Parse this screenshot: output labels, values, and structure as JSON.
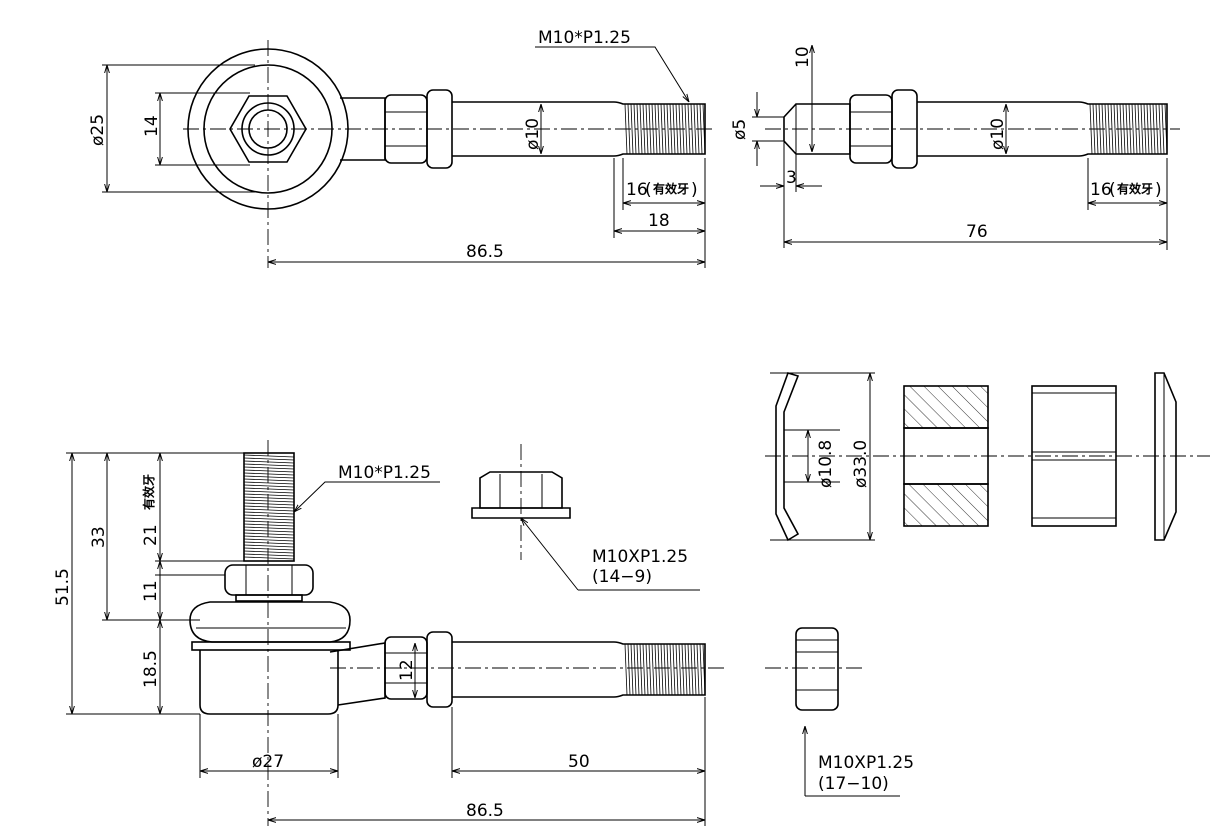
{
  "views": {
    "top_left": {
      "thread_label": "M10*P1.25",
      "dia_eye": "ø25",
      "hex_height": "14",
      "dia_shaft": "ø10",
      "thread_len": "16",
      "thread_note": "有效牙",
      "dim_18": "18",
      "dim_total": "86.5"
    },
    "top_right": {
      "dim_10": "10",
      "dia_tip": "ø5",
      "dia_shaft": "ø10",
      "dim_3": "3",
      "thread_len": "16",
      "thread_note": "有效牙",
      "dim_total": "76"
    },
    "bottom_left": {
      "thread_label": "M10*P1.25",
      "dim_51_5": "51.5",
      "dim_33": "33",
      "dim_21": "21",
      "thread_note": "有效牙",
      "dim_11": "11",
      "dim_18_5": "18.5",
      "dim_12": "12",
      "dia_base": "ø27",
      "dim_50": "50",
      "dim_total": "86.5"
    },
    "flange_nut": {
      "label_1": "M10XP1.25",
      "label_2": "(14−9)"
    },
    "washer": {
      "inner_dia": "ø10.8",
      "outer_dia": "ø33.0"
    },
    "lock_nut": {
      "label_1": "M10XP1.25",
      "label_2": "(17−10)"
    }
  }
}
